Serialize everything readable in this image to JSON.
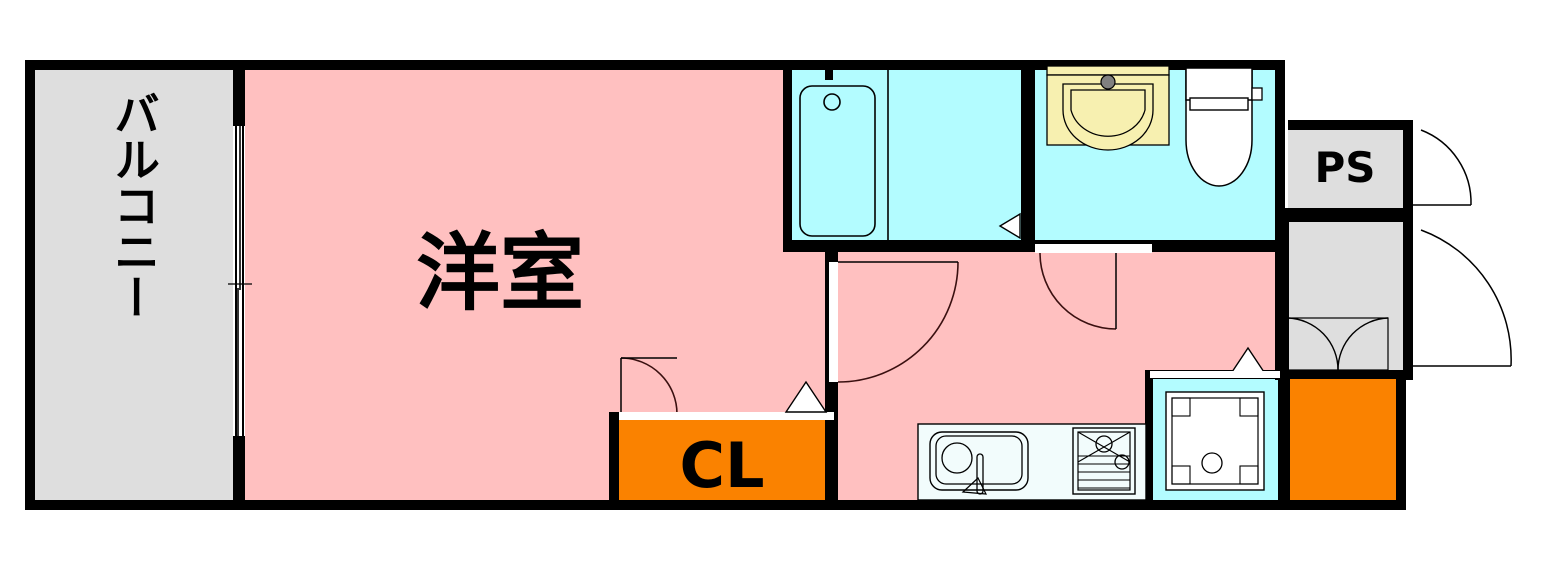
{
  "document": {
    "type": "floor-plan",
    "layout_name": "1K apartment floor plan"
  },
  "colors": {
    "wall": "#000000",
    "room_pink": "#FFC0C0",
    "balcony_gray": "#DEDEDE",
    "water_cyan": "#B3FCFF",
    "closet_orange": "#FA8200",
    "vanity_yellow": "#F7F0B0",
    "fixture_white": "#FFFFFF",
    "faucet_gray": "#808080",
    "kitchen_counter": "#F2FCFC",
    "background": "#FFFFFF"
  },
  "rooms": [
    {
      "id": "balcony",
      "label": "バルコニー",
      "orientation": "vertical",
      "fill": "balcony_gray"
    },
    {
      "id": "main_room",
      "label": "洋室",
      "orientation": "horizontal",
      "fill": "room_pink"
    },
    {
      "id": "closet",
      "label": "CL",
      "orientation": "horizontal",
      "fill": "closet_orange"
    },
    {
      "id": "pipe_shaft",
      "label": "PS",
      "orientation": "horizontal",
      "fill": "balcony_gray"
    },
    {
      "id": "bathroom",
      "label": "",
      "orientation": "horizontal",
      "fill": "water_cyan"
    },
    {
      "id": "washroom",
      "label": "",
      "orientation": "horizontal",
      "fill": "water_cyan"
    },
    {
      "id": "hallway",
      "label": "",
      "orientation": "horizontal",
      "fill": "room_pink"
    },
    {
      "id": "entrance",
      "label": "",
      "orientation": "horizontal",
      "fill": "closet_orange"
    }
  ],
  "labels": {
    "balcony": "バルコニー",
    "main_room": "洋室",
    "closet": "CL",
    "pipe_shaft": "PS"
  },
  "fixtures": [
    {
      "id": "bathtub",
      "name": "bathtub"
    },
    {
      "id": "vanity",
      "name": "vanity-sink"
    },
    {
      "id": "toilet",
      "name": "toilet"
    },
    {
      "id": "kitchen-sink",
      "name": "kitchen-sink"
    },
    {
      "id": "gas-cooktop",
      "name": "gas-cooktop"
    },
    {
      "id": "washer-pan",
      "name": "washing-machine-pan"
    },
    {
      "id": "balcony-sliding",
      "name": "sliding-glass-door"
    }
  ],
  "doors": [
    {
      "id": "closet-door",
      "type": "swing"
    },
    {
      "id": "bathroom-door",
      "type": "swing"
    },
    {
      "id": "washroom-door",
      "type": "swing"
    },
    {
      "id": "ps-door",
      "type": "swing"
    },
    {
      "id": "entrance-door",
      "type": "swing"
    },
    {
      "id": "shoebox-doors",
      "type": "double-swing"
    },
    {
      "id": "closet-fold-marker",
      "type": "folding"
    },
    {
      "id": "bath-fold-marker",
      "type": "folding"
    },
    {
      "id": "washer-fold-marker",
      "type": "folding"
    }
  ]
}
